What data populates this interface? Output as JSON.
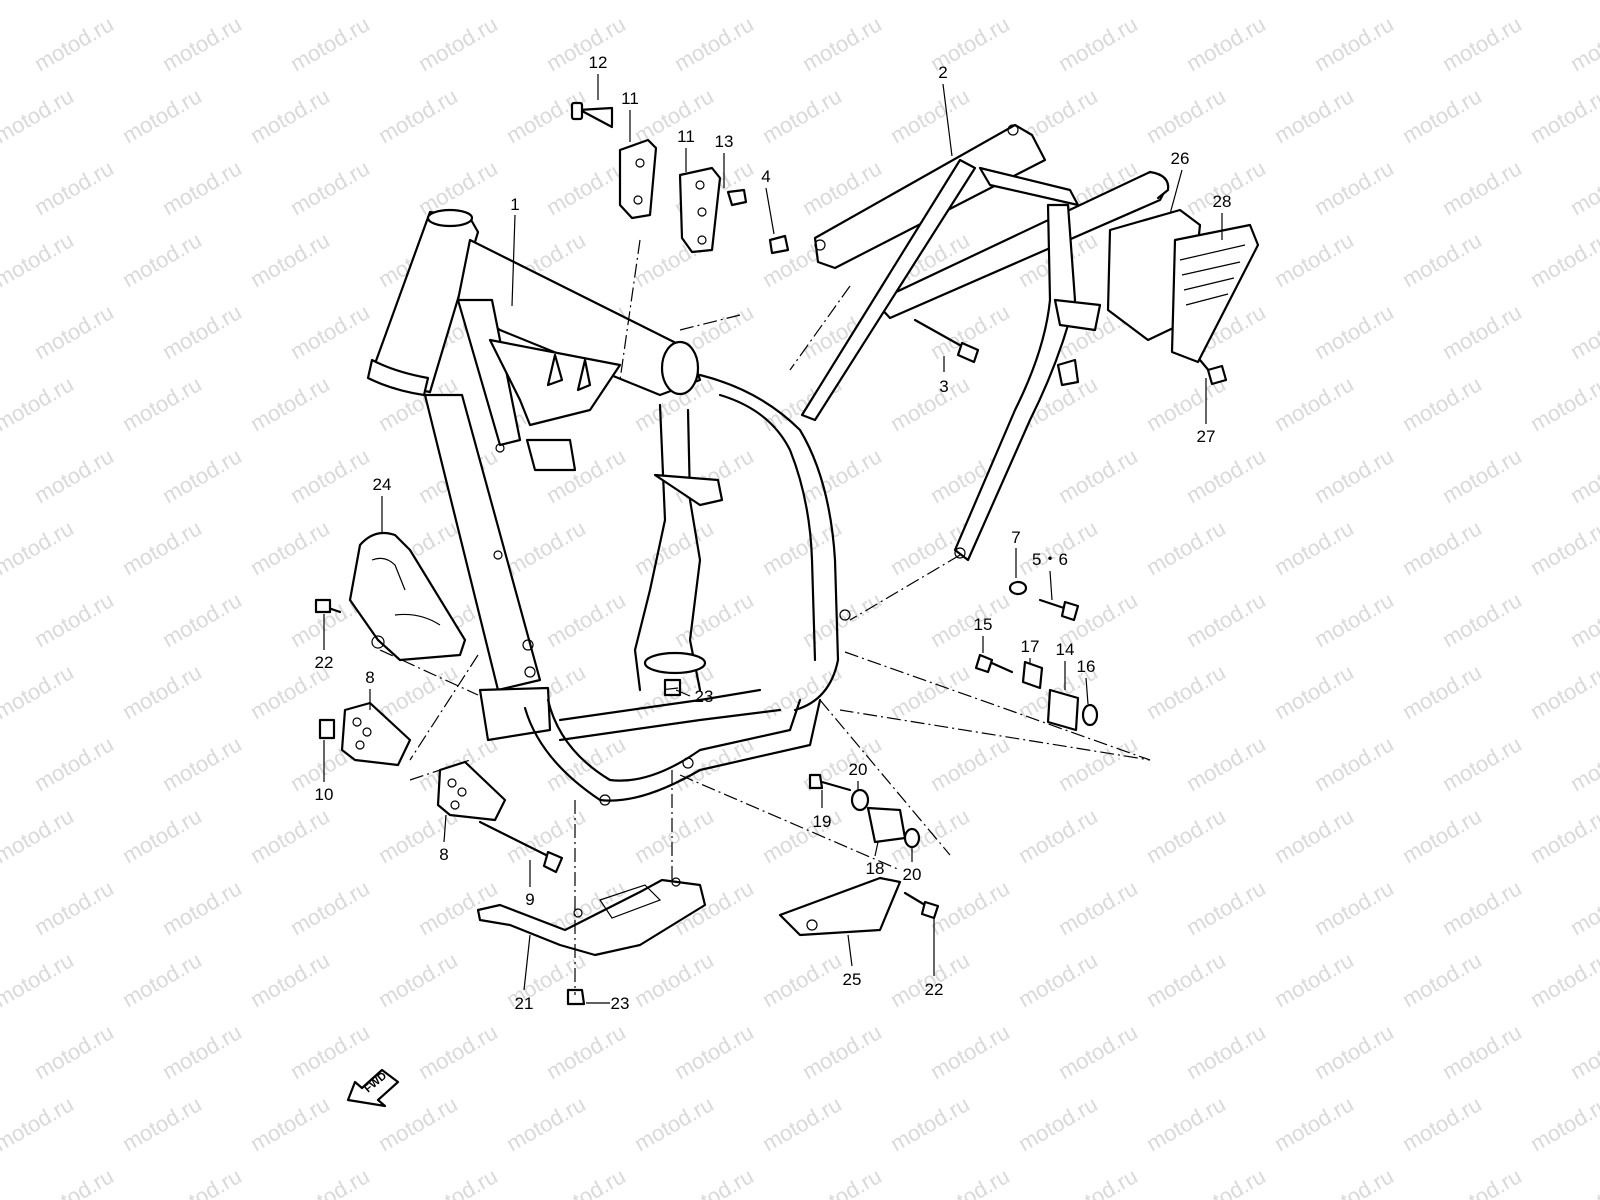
{
  "watermark": {
    "text": "motod.ru",
    "color": "#d9d9d9"
  },
  "callouts": [
    {
      "id": "c1",
      "label": "1"
    },
    {
      "id": "c2",
      "label": "2"
    },
    {
      "id": "c3",
      "label": "3"
    },
    {
      "id": "c4",
      "label": "4"
    },
    {
      "id": "c56",
      "label": "5・6"
    },
    {
      "id": "c7",
      "label": "7"
    },
    {
      "id": "c8a",
      "label": "8"
    },
    {
      "id": "c8b",
      "label": "8"
    },
    {
      "id": "c9",
      "label": "9"
    },
    {
      "id": "c10",
      "label": "10"
    },
    {
      "id": "c11a",
      "label": "11"
    },
    {
      "id": "c11b",
      "label": "11"
    },
    {
      "id": "c12",
      "label": "12"
    },
    {
      "id": "c13",
      "label": "13"
    },
    {
      "id": "c14",
      "label": "14"
    },
    {
      "id": "c15",
      "label": "15"
    },
    {
      "id": "c16",
      "label": "16"
    },
    {
      "id": "c17",
      "label": "17"
    },
    {
      "id": "c18",
      "label": "18"
    },
    {
      "id": "c19",
      "label": "19"
    },
    {
      "id": "c20a",
      "label": "20"
    },
    {
      "id": "c20b",
      "label": "20"
    },
    {
      "id": "c21",
      "label": "21"
    },
    {
      "id": "c22a",
      "label": "22"
    },
    {
      "id": "c22b",
      "label": "22"
    },
    {
      "id": "c23a",
      "label": "23"
    },
    {
      "id": "c23b",
      "label": "23"
    },
    {
      "id": "c24",
      "label": "24"
    },
    {
      "id": "c25",
      "label": "25"
    },
    {
      "id": "c26",
      "label": "26"
    },
    {
      "id": "c27",
      "label": "27"
    },
    {
      "id": "c28",
      "label": "28"
    }
  ],
  "fwd_arrow": {
    "label": "FWD"
  }
}
